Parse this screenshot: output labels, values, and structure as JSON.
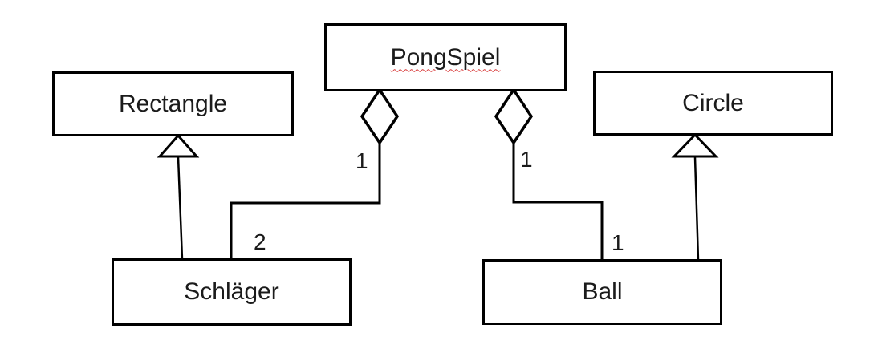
{
  "diagram": {
    "kind": "uml-class-diagram",
    "classes": {
      "pongspiel": {
        "name": "PongSpiel",
        "spellcheck_underline": true
      },
      "rectangle": {
        "name": "Rectangle",
        "spellcheck_underline": false
      },
      "circle": {
        "name": "Circle",
        "spellcheck_underline": false
      },
      "schlaeger": {
        "name": "Schläger",
        "spellcheck_underline": false
      },
      "ball": {
        "name": "Ball",
        "spellcheck_underline": false
      }
    },
    "relationships": [
      {
        "type": "aggregation",
        "owner": "PongSpiel",
        "part": "Schläger",
        "owner_end_multiplicity": "1",
        "part_end_multiplicity": "2"
      },
      {
        "type": "aggregation",
        "owner": "PongSpiel",
        "part": "Ball",
        "owner_end_multiplicity": "1",
        "part_end_multiplicity": "1"
      },
      {
        "type": "inheritance",
        "subclass": "Schläger",
        "superclass": "Rectangle"
      },
      {
        "type": "inheritance",
        "subclass": "Ball",
        "superclass": "Circle"
      }
    ],
    "multiplicities": {
      "pong_schlaeger_diamond_end": "1",
      "pong_schlaeger_class_end": "2",
      "pong_ball_diamond_end": "1",
      "pong_ball_class_end": "1"
    },
    "colors": {
      "line": "#000000",
      "text": "#1b1b1b",
      "background": "#ffffff",
      "spellcheck_squiggle": "#d83b3b"
    }
  }
}
